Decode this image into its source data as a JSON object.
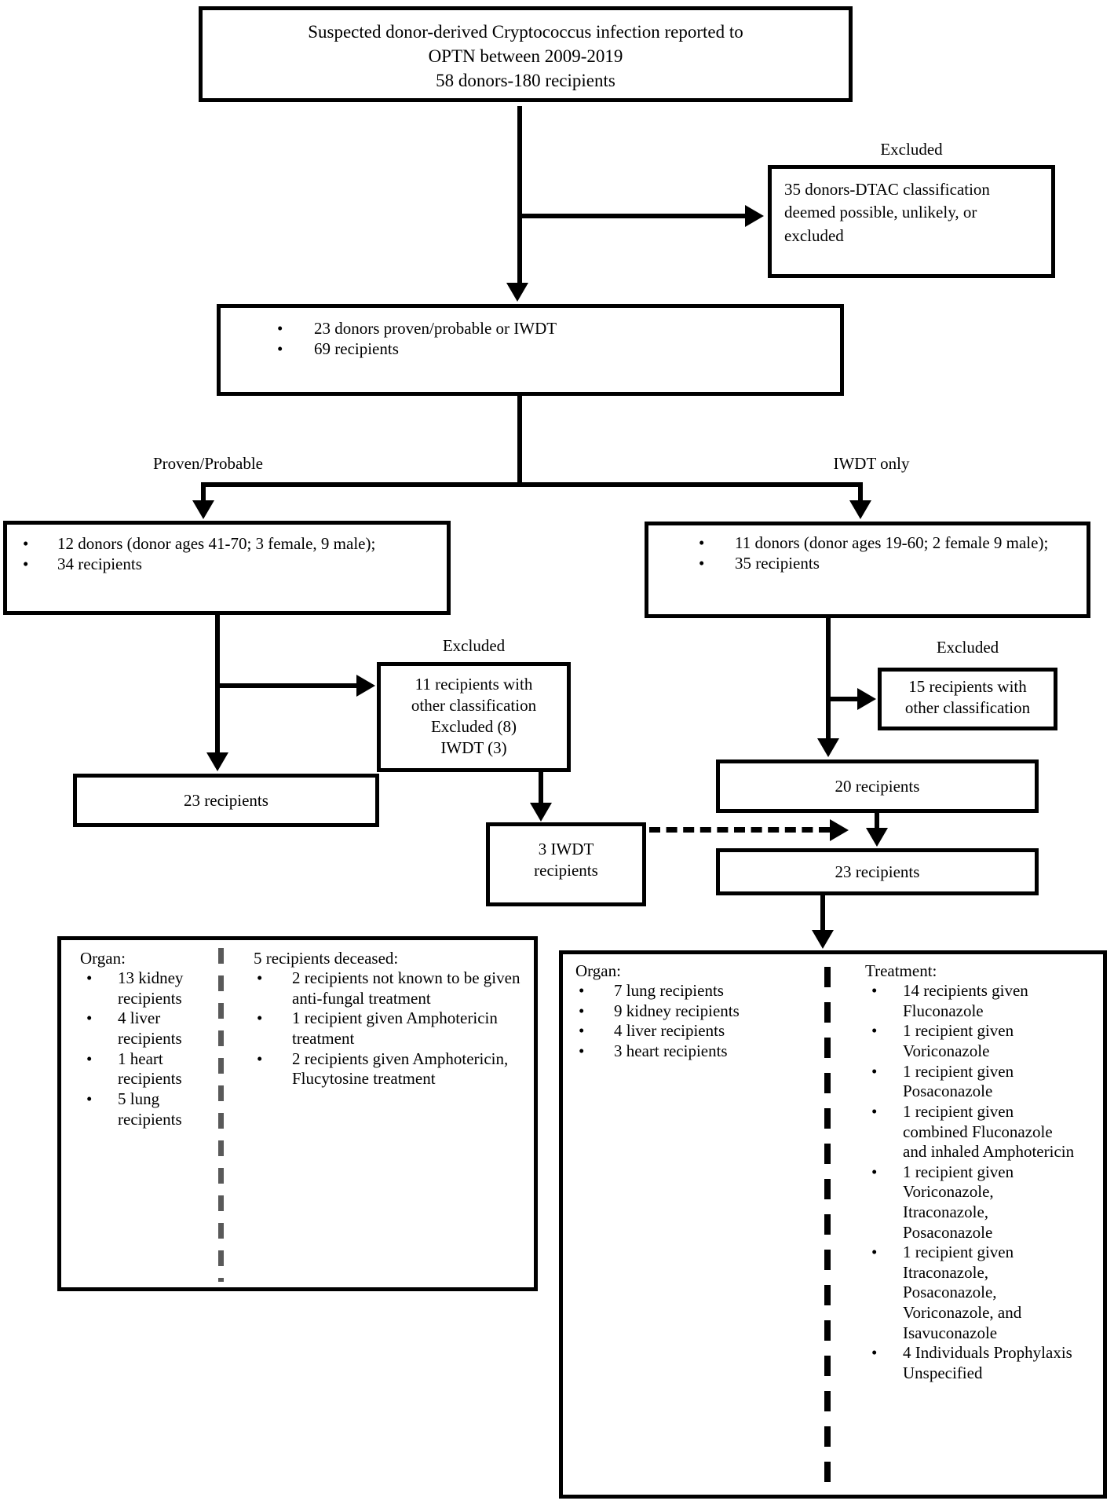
{
  "colors": {
    "line": "#000000",
    "divider_gray": "#595959",
    "background": "#ffffff"
  },
  "title_box": {
    "text": "Suspected donor-derived Cryptococcus infection reported to\nOPTN between 2009-2019\n58 donors-180 recipients"
  },
  "excluded_top": {
    "label": "Excluded",
    "text": "35 donors-DTAC classification deemed possible, unlikely, or excluded"
  },
  "cohort_box": {
    "items": [
      "23 donors proven/probable or IWDT",
      "69 recipients"
    ]
  },
  "branches": {
    "left_label": "Proven/Probable",
    "right_label": "IWDT only"
  },
  "proven_box": {
    "items": [
      "12 donors (donor ages 41-70; 3 female, 9 male);",
      "34 recipients"
    ]
  },
  "iwdt_box": {
    "items": [
      "11 donors (donor ages 19-60; 2 female 9 male);",
      "35 recipients"
    ]
  },
  "excluded_left": {
    "label": "Excluded",
    "text": "11 recipients with\nother classification\nExcluded (8)\nIWDT (3)"
  },
  "recipients_left_box": {
    "text": "23 recipients"
  },
  "iwdt3_box": {
    "text": "3 IWDT\nrecipients"
  },
  "excluded_right": {
    "label": "Excluded",
    "text": "15 recipients with\nother classification"
  },
  "recipients_right_20_box": {
    "text": "20 recipients"
  },
  "recipients_right_23_box": {
    "text": "23 recipients"
  },
  "outcome_left": {
    "organ_header": "Organ:",
    "organ_items": [
      "13 kidney recipients",
      "4 liver recipients",
      "1 heart recipients",
      "5 lung recipients"
    ],
    "deceased_header": "5 recipients deceased:",
    "deceased_items": [
      "2 recipients not known to be given anti-fungal treatment",
      "1 recipient given Amphotericin treatment",
      "2 recipients given Amphotericin, Flucytosine treatment"
    ]
  },
  "outcome_right": {
    "organ_header": "Organ:",
    "organ_items": [
      "7 lung recipients",
      "9 kidney recipients",
      "4 liver recipients",
      "3 heart recipients"
    ],
    "treatment_header": "Treatment:",
    "treatment_items": [
      "14 recipients given Fluconazole",
      "1 recipient given Voriconazole",
      "1 recipient given Posaconazole",
      "1 recipient given combined Fluconazole and inhaled Amphotericin",
      "1 recipient given Voriconazole, Itraconazole, Posaconazole",
      "1 recipient given Itraconazole, Posaconazole, Voriconazole, and Isavuconazole",
      "4 Individuals Prophylaxis Unspecified"
    ]
  }
}
